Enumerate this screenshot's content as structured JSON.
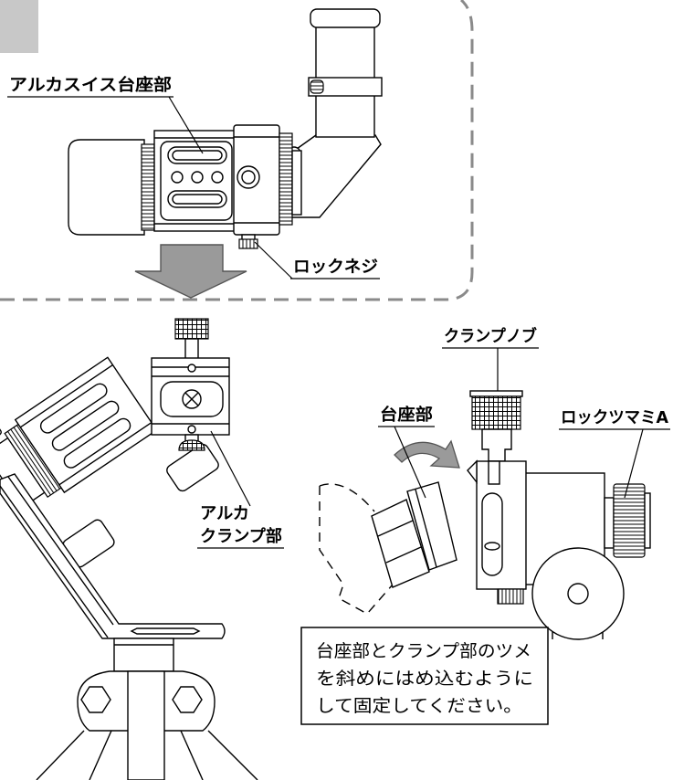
{
  "labels": {
    "arca_swiss_base": "アルカスイス台座部",
    "lock_screw": "ロックネジ",
    "arca_clamp": [
      "アルカ",
      "クランプ部"
    ],
    "clamp_knob": "クランプノブ",
    "base": "台座部",
    "lock_knob_a": "ロックツマミA"
  },
  "instruction": {
    "lines": [
      "台座部とクランプ部のツメ",
      "を斜めにはめ込むように",
      "して固定してください。"
    ]
  },
  "colors": {
    "line": "#000000",
    "arrow_fill": "#9a9a9a",
    "frame_dash": "#8a8a8a",
    "corner_badge": "#c8c8c8"
  },
  "icons": {
    "down_arrow": "down-arrow-icon",
    "curved_arrow": "curved-arrow-icon"
  }
}
